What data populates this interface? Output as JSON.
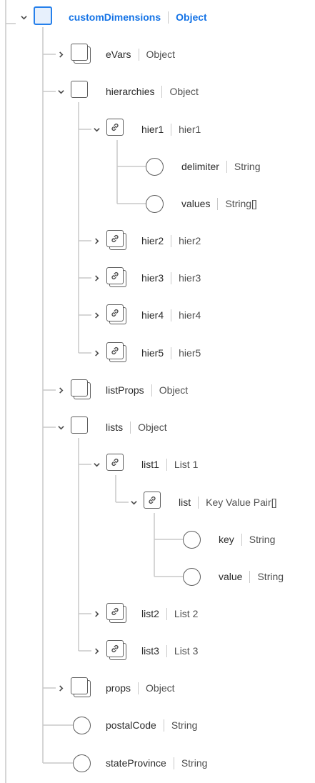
{
  "tree": {
    "customDimensions": {
      "name": "customDimensions",
      "type": "Object"
    },
    "eVars": {
      "name": "eVars",
      "type": "Object"
    },
    "hierarchies": {
      "name": "hierarchies",
      "type": "Object"
    },
    "hier1": {
      "name": "hier1",
      "type": "hier1"
    },
    "delimiter": {
      "name": "delimiter",
      "type": "String"
    },
    "values": {
      "name": "values",
      "type": "String[]"
    },
    "hier2": {
      "name": "hier2",
      "type": "hier2"
    },
    "hier3": {
      "name": "hier3",
      "type": "hier3"
    },
    "hier4": {
      "name": "hier4",
      "type": "hier4"
    },
    "hier5": {
      "name": "hier5",
      "type": "hier5"
    },
    "listProps": {
      "name": "listProps",
      "type": "Object"
    },
    "lists": {
      "name": "lists",
      "type": "Object"
    },
    "list1": {
      "name": "list1",
      "type": "List 1"
    },
    "list": {
      "name": "list",
      "type": "Key Value Pair[]"
    },
    "key": {
      "name": "key",
      "type": "String"
    },
    "value": {
      "name": "value",
      "type": "String"
    },
    "list2": {
      "name": "list2",
      "type": "List 2"
    },
    "list3": {
      "name": "list3",
      "type": "List 3"
    },
    "props": {
      "name": "props",
      "type": "Object"
    },
    "postalCode": {
      "name": "postalCode",
      "type": "String"
    },
    "stateProvince": {
      "name": "stateProvince",
      "type": "String"
    }
  },
  "colors": {
    "root_accent": "#1473e6",
    "root_icon_fill": "#e7f0fc",
    "connector": "#c8c8c8",
    "icon_border": "#5e5e5e"
  },
  "icons": {
    "expanded": "chevron-down-icon",
    "collapsed": "chevron-right-icon",
    "object": "object-icon",
    "linked_object": "link-icon",
    "field": "field-circle-icon"
  }
}
